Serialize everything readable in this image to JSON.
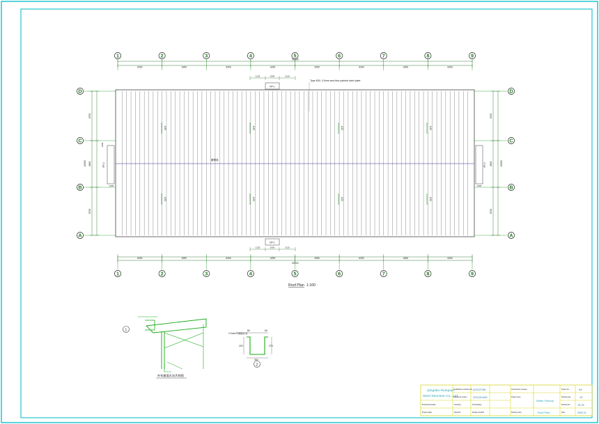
{
  "grid": {
    "columns": [
      "1",
      "2",
      "3",
      "4",
      "5",
      "6",
      "7",
      "8",
      "9"
    ],
    "rows": [
      "D",
      "C",
      "B",
      "A"
    ],
    "bay_dim": "6250",
    "total_length": "50000",
    "dims_right": [
      "6700",
      "4600",
      "6700"
    ],
    "dims_left": [
      "6700",
      "4600",
      "6700"
    ],
    "total_width": "18000",
    "top_sub_dims": [
      "2125",
      "2000",
      "2125"
    ],
    "bottom_sub_dims": [
      "2125",
      "2000",
      "2125"
    ],
    "side_dims": [
      "2000",
      "1200"
    ]
  },
  "labels": {
    "top_note": "Type 830, 0.5mm sea blue painted steel plate",
    "ridge_label": "屋脊线",
    "slope_label": "1/20",
    "vent_top": "RP-1",
    "vent_bottom": "RP-1",
    "vent_left": "RP-2",
    "vent_right": "RP-2",
    "plan_title": "Roof Plan",
    "plan_scale": "1:100",
    "detail1_caption": "外伙屋面天沟大样图",
    "detail1_marker": "1",
    "detail2_marker": "2",
    "gutter_dims": [
      "200",
      "80",
      "300",
      "270",
      "60"
    ],
    "gutter_note": "2.0mm不锈钢天沟"
  },
  "titleblock": {
    "company_line1": "Qingdao Ruequan",
    "company_line2": "Steel Structure Co., Ltd",
    "cert_label": "Qualification certificate No.",
    "cert_value": "A23702T056",
    "reg_label": "Registered number",
    "reg_value": "3702125-0602",
    "construction_label": "Construction company",
    "project_name_label": "Project name",
    "project_name": "Water Factory",
    "drawing_name_label": "Drawing name",
    "drawing_name": "Roof Plan",
    "project_no_label": "Project No.",
    "drawing_type_label": "Drawing type",
    "drawing_no_label": "Drawing No.",
    "date_label": "Date",
    "project_no": "A9",
    "drawing_type": "JS",
    "drawing_no": "JS-02",
    "date": "2020.11",
    "professional_label": "Professional leader",
    "checking_label": "Checking",
    "proofreading_label": "Proofreading",
    "project_leader_label": "Project leader",
    "approval_label": "Approval",
    "design_label": "Design and draft"
  },
  "colors": {
    "frame": "#22c4cf",
    "line": "#5a5a5a",
    "grid_line": "#1a8a1a",
    "dim": "#3a7a3a",
    "tb_yellow": "#d8d82a",
    "tb_cyan": "#3cb5c4",
    "detail_green": "#18a818"
  }
}
